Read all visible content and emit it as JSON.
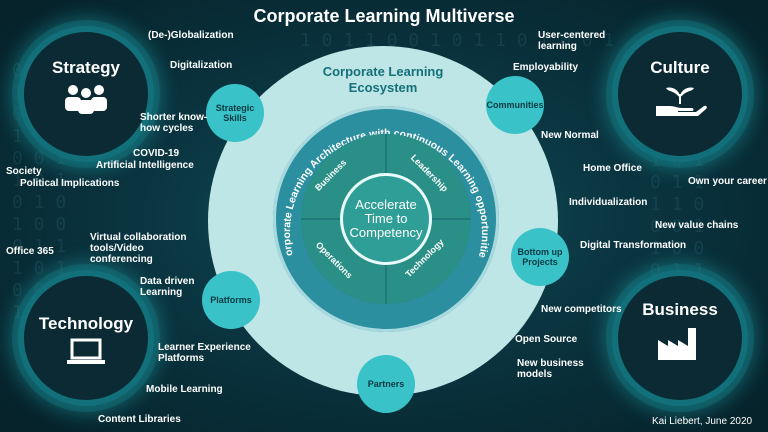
{
  "title": "Corporate Learning Multiverse",
  "ecosystem": {
    "title_line1": "Corporate Learning",
    "title_line2": "Ecosystem",
    "ring_label": "Corporate Learning Architecture with continuous Learning opportunities",
    "quadrants": [
      "Business",
      "Leadership",
      "Operations",
      "Technology"
    ],
    "center_line1": "Accelerate",
    "center_line2": "Time to",
    "center_line3": "Competency"
  },
  "nodes": {
    "strategic_line1": "Strategic",
    "strategic_line2": "Skills",
    "communities": "Communities",
    "bottomup_line1": "Bottom up",
    "bottomup_line2": "Projects",
    "platforms": "Platforms",
    "partners": "Partners"
  },
  "pillars": {
    "strategy": "Strategy",
    "culture": "Culture",
    "technology": "Technology",
    "business": "Business"
  },
  "left_labels": {
    "deglobalization": "(De-)Globalization",
    "digitalization": "Digitalization",
    "shorter_line1": "Shorter know-",
    "shorter_line2": "how cycles",
    "covid": "COVID-19",
    "ai": "Artificial Intelligence",
    "society": "Society",
    "political": "Political Implications",
    "office365": "Office 365",
    "virtual_line1": "Virtual collaboration",
    "virtual_line2": "tools/Video",
    "virtual_line3": "conferencing",
    "datadriven_line1": "Data driven",
    "datadriven_line2": "Learning",
    "lxp_line1": "Learner Experience",
    "lxp_line2": "Platforms",
    "mobile": "Mobile Learning",
    "content": "Content Libraries"
  },
  "right_labels": {
    "usercentered_line1": "User-centered",
    "usercentered_line2": "learning",
    "employability": "Employability",
    "newnormal": "New Normal",
    "homeoffice": "Home Office",
    "owncareer": "Own your career",
    "individualization": "Individualization",
    "valuechains": "New value chains",
    "digitaltransformation": "Digital Transformation",
    "competitors": "New competitors",
    "opensource": "Open Source",
    "bizmodels_line1": "New business",
    "bizmodels_line2": "models"
  },
  "credit": "Kai Liebert, June 2020",
  "colors": {
    "background": "#0a3540",
    "ecosystem_fill": "#bfe6e6",
    "ring_fill": "#2c8fa0",
    "node_fill": "#39c3c8",
    "glow": "#28c8d2"
  },
  "icons": {
    "strategy": "people-group-icon",
    "culture": "hand-with-plant-icon",
    "technology": "laptop-icon",
    "business": "factory-icon"
  }
}
